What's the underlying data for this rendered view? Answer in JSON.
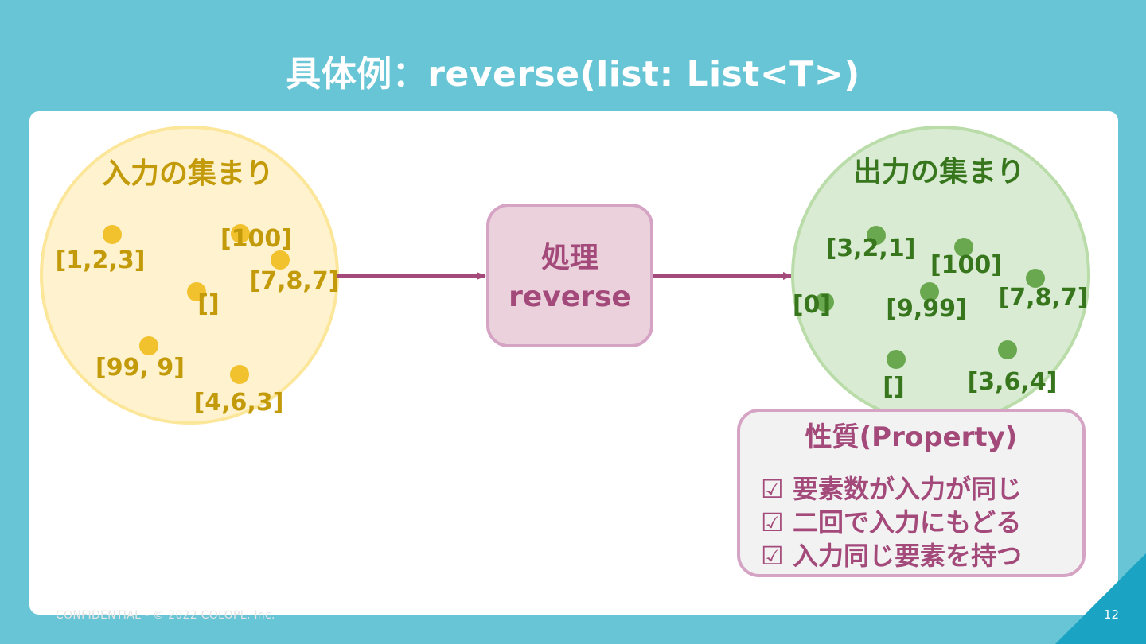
{
  "title": "具体例：reverse(list: List<T>)",
  "colors": {
    "background": "#67c5d6",
    "input_fill": "#fff3cf",
    "input_stroke": "#fbe69a",
    "input_dot": "#f2c12e",
    "input_text": "#c39a09",
    "output_fill": "#d9ecd3",
    "output_stroke": "#b9dca9",
    "output_dot": "#6aa84f",
    "output_text": "#38761d",
    "process_fill": "#ead1dc",
    "process_stroke": "#d5a3c3",
    "accent": "#a34a7b"
  },
  "input_set": {
    "label": "入力の集まり",
    "items": [
      "[1,2,3]",
      "[100]",
      "[7,8,7]",
      "[]",
      "[99, 9]",
      "[4,6,3]"
    ]
  },
  "process": {
    "label": "処理",
    "function": "reverse"
  },
  "output_set": {
    "label": "出力の集まり",
    "items": [
      "[3,2,1]",
      "[100]",
      "[7,8,7]",
      "[0]",
      "[9,99]",
      "[]",
      "[3,6,4]"
    ]
  },
  "property": {
    "title": "性質(Property)",
    "checkbox_glyph": "☑",
    "items": [
      "要素数が入力が同じ",
      "二回で入力にもどる",
      "入力同じ要素を持つ"
    ]
  },
  "footer": "CONFIDENTIAL - © 2022 COLOPL, Inc.",
  "page_number": "12"
}
